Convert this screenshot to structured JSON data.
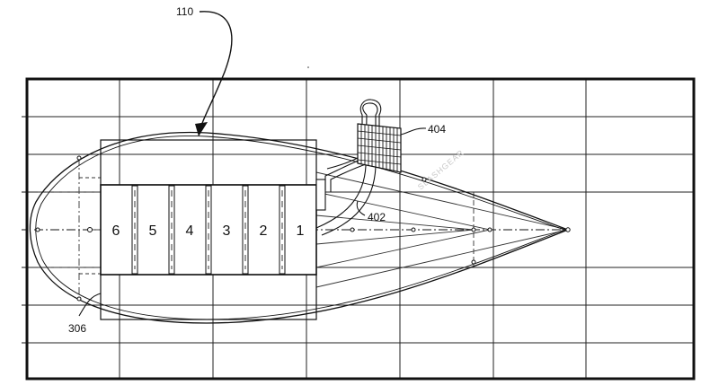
{
  "references": {
    "overall": "110",
    "outline": "306",
    "conduit": "402",
    "radiator": "404"
  },
  "modules": [
    "6",
    "5",
    "4",
    "3",
    "2",
    "1"
  ],
  "watermark": "SLASHGEAR",
  "colors": {
    "ink": "#111111",
    "grid": "#222222",
    "watermark": "#c9c9c9",
    "background": "#ffffff"
  }
}
